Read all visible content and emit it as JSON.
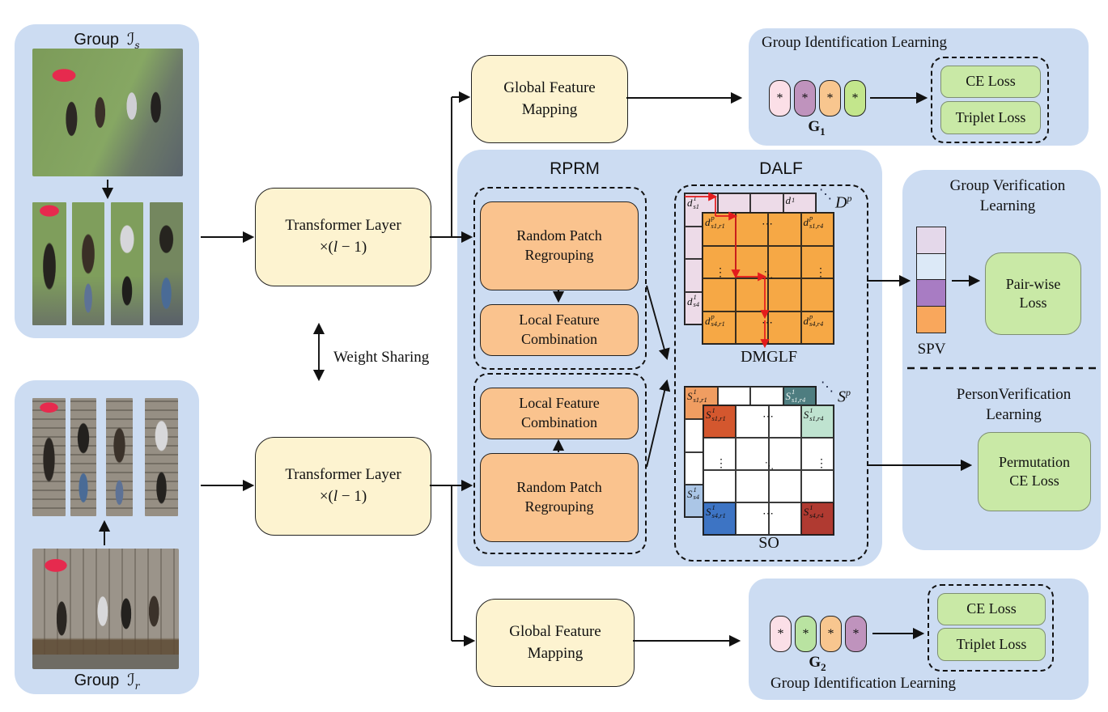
{
  "figure": {
    "left_panels": {
      "group_s": {
        "word": "Group",
        "symbol": "ℐ",
        "sub": "s"
      },
      "group_r": {
        "word": "Group",
        "symbol": "ℐ",
        "sub": "r"
      }
    },
    "backbone": {
      "transformer": {
        "line1": "Transformer Layer",
        "pre": "×(",
        "var": "l",
        "post": " − 1)"
      },
      "weight_sharing": "Weight Sharing"
    },
    "gfm": {
      "line1": "Global Feature",
      "line2": "Mapping"
    },
    "gil_top": {
      "title": "Group Identification Learning",
      "tokens": [
        "*",
        "*",
        "*",
        "*"
      ],
      "g": {
        "base": "G",
        "sub": "1"
      },
      "losses": [
        "CE Loss",
        "Triplet Loss"
      ]
    },
    "gil_bottom": {
      "title": "Group Identification Learning",
      "tokens": [
        "*",
        "*",
        "*",
        "*"
      ],
      "g": {
        "base": "G",
        "sub": "2"
      },
      "losses": [
        "CE Loss",
        "Triplet Loss"
      ]
    },
    "central": {
      "rprm_label": "RPRM",
      "dalf_label": "DALF",
      "rpr": {
        "line1": "Random Patch",
        "line2": "Regrouping"
      },
      "lfc": {
        "line1": "Local Feature",
        "line2": "Combination"
      },
      "d": {
        "name": {
          "base": "D",
          "sup": "p"
        },
        "caption": "DMGLF",
        "back": {
          "tl": {
            "base": "d",
            "sup": "1",
            "sub": "s1"
          },
          "tr": {
            "base": "d",
            "sup": "1",
            "sub": ""
          },
          "bl": {
            "base": "d",
            "sup": "1",
            "sub": "s4"
          }
        },
        "front": {
          "tl": {
            "base": "d",
            "sup": "p",
            "sub": "s1,r1"
          },
          "tr": {
            "base": "d",
            "sup": "p",
            "sub": "s1,r4"
          },
          "bl": {
            "base": "d",
            "sup": "p",
            "sub": "s4,r1"
          },
          "br": {
            "base": "d",
            "sup": "p",
            "sub": "s4,r4"
          }
        }
      },
      "s": {
        "name": {
          "base": "S",
          "sup": "p"
        },
        "caption": "SO",
        "back": {
          "tl": {
            "base": "S",
            "sup": "1",
            "sub": "s1,r1"
          },
          "tr": {
            "base": "S",
            "sup": "1",
            "sub": "s1,r4"
          },
          "bl": {
            "base": "S",
            "sup": "1",
            "sub": "s4"
          }
        },
        "front": {
          "tl": {
            "base": "S",
            "sup": "1",
            "sub": "s1,r1"
          },
          "tr": {
            "base": "S",
            "sup": "1",
            "sub": "s1,r4"
          },
          "bl": {
            "base": "S",
            "sup": "1",
            "sub": "s4,r1"
          },
          "br": {
            "base": "S",
            "sup": "1",
            "sub": "s4,r4"
          }
        }
      },
      "dots": {
        "h": "⋯",
        "v": "⋮",
        "d": "⋱",
        "stack": "⋱"
      }
    },
    "right_panel": {
      "gvl": {
        "title1": "Group Verification",
        "title2": "Learning",
        "spv": "SPV",
        "loss1": "Pair-wise",
        "loss2": "Loss"
      },
      "pvl": {
        "title1": "PersonVerification",
        "title2": "Learning",
        "loss1": "Permutation",
        "loss2": "CE Loss"
      }
    }
  },
  "colors": {
    "panel_blue": "#ccdcf2",
    "box_yellow": "#fdf3d0",
    "box_orange": "#fac38e",
    "matrix_orange": "#f6a845",
    "matrix_pink": "#eddbe8",
    "loss_green": "#c9e9a6",
    "red_path": "#e31b1c",
    "spv": [
      "#e4d8ea",
      "#dce9f7",
      "#a87cc3",
      "#f9a75c"
    ],
    "g1_tokens": [
      "#fbdfe7",
      "#bf93bd",
      "#f8c68f",
      "#c3e68c"
    ],
    "g2_tokens": [
      "#fbdfe7",
      "#b9e3a1",
      "#f8c68f",
      "#bf93bd"
    ],
    "s_front_corners": {
      "tl": "#d4572e",
      "tr": "#bfe3d0",
      "bl": "#3d74c4",
      "br": "#b03a31"
    },
    "s_back_corners": {
      "tl": "#f09d61",
      "tr": "#4e7d80",
      "bl": "#abc6e6"
    }
  }
}
